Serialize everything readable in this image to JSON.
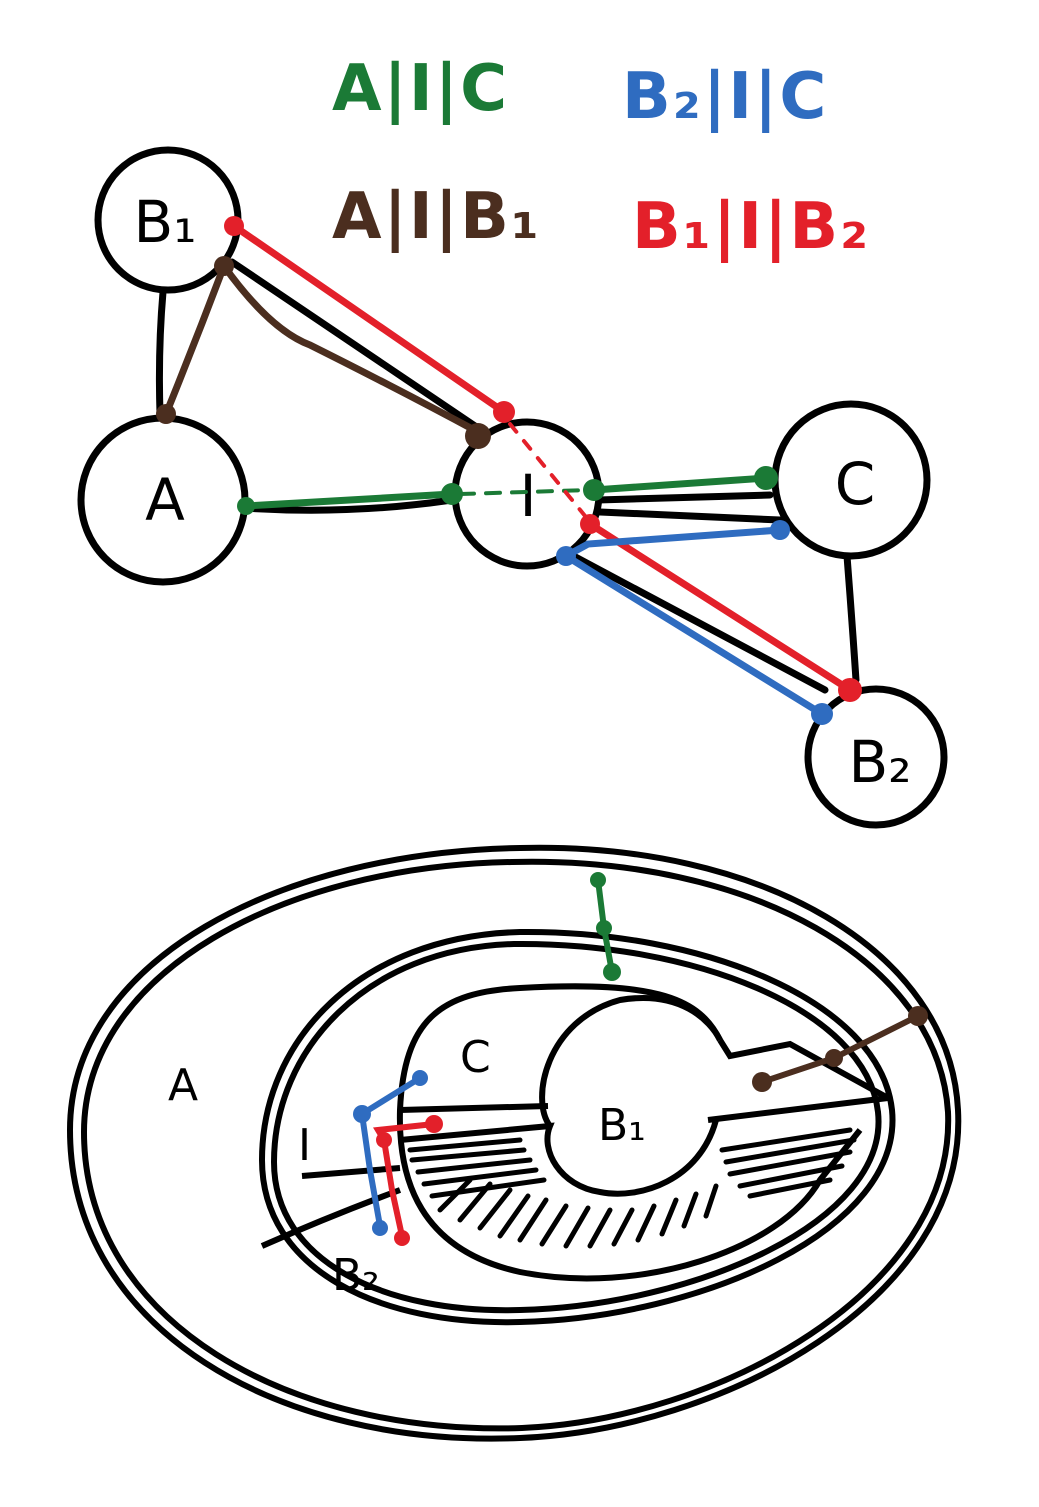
{
  "colors": {
    "green": "#1b7a36",
    "blue": "#2f6cc0",
    "brown": "#4b2e1f",
    "red": "#e3202a",
    "ink": "#000000"
  },
  "legend": {
    "a_i_c": "A|I|C",
    "b2_i_c": "B₂|I|C",
    "a_i_b1": "A|I|B₁",
    "b1_i_b2": "B₁|I|B₂"
  },
  "graph": {
    "nodes": {
      "b1": "B₁",
      "a": "A",
      "i": "I",
      "c": "C",
      "b2": "B₂"
    }
  },
  "regions": {
    "a": "A",
    "c": "C",
    "i": "I",
    "b1": "B₁",
    "b2": "B₂"
  }
}
